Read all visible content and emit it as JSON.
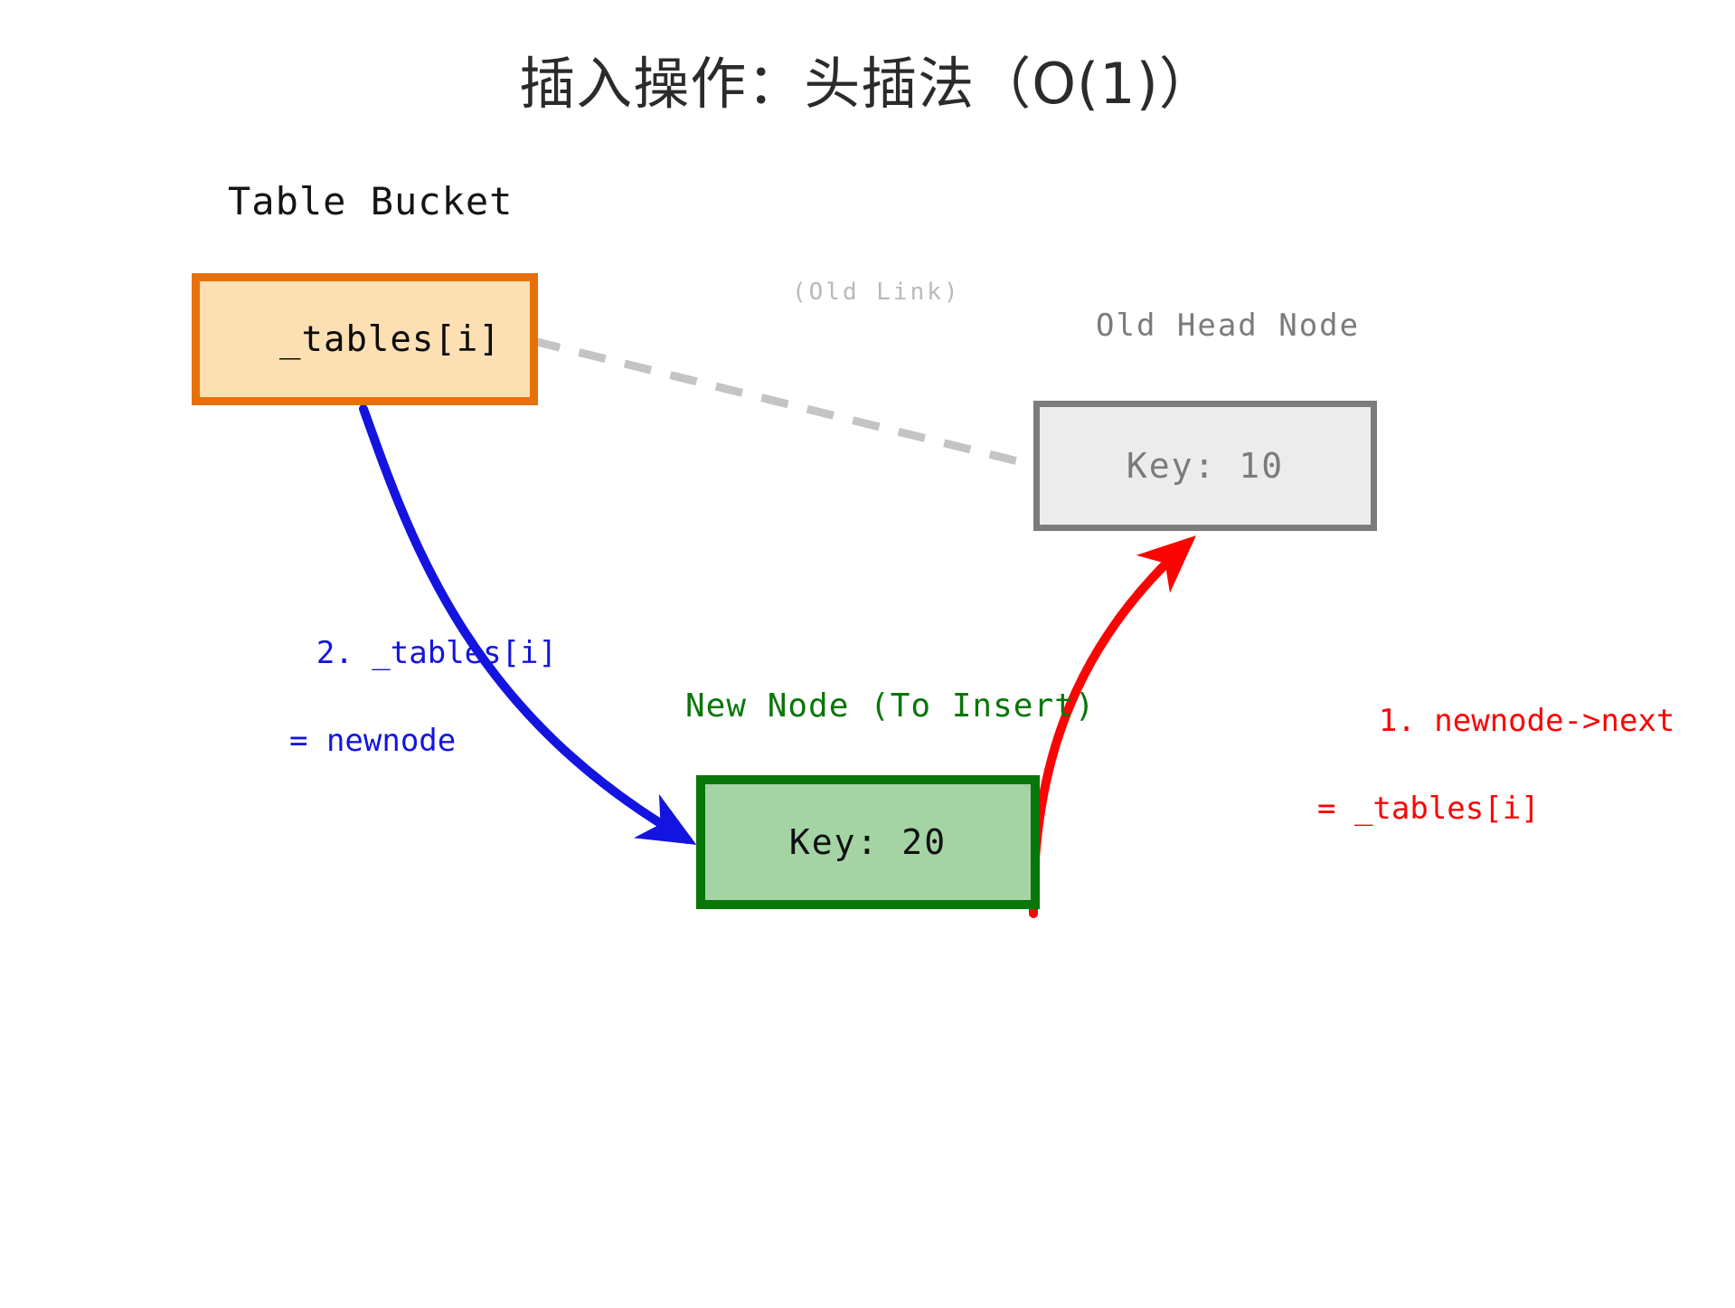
{
  "title": "插入操作：头插法（O(1)）",
  "captions": {
    "table_bucket": "Table Bucket"
  },
  "boxes": {
    "bucket": {
      "label": "_tables[i]",
      "fill": "#fcdfb2",
      "stroke": "#e8700a"
    },
    "old_head": {
      "label": "Key: 10",
      "fill": "#ececec",
      "stroke": "#7c7c7c"
    },
    "new_node": {
      "label": "Key: 20",
      "fill": "#a4d3a4",
      "stroke": "#097609"
    }
  },
  "labels": {
    "old_link": "(Old Link)",
    "old_head_node": "Old Head Node",
    "new_node_caption": "New Node (To Insert)",
    "step1_line1": "1. newnode->next",
    "step1_line2": "= _tables[i]",
    "step2_line1": "2. _tables[i]",
    "step2_line2": "= newnode"
  },
  "colors": {
    "red": "#fb0404",
    "blue": "#1414e0",
    "green": "#097609",
    "gray": "#b9b9b9",
    "orange": "#e8700a"
  }
}
